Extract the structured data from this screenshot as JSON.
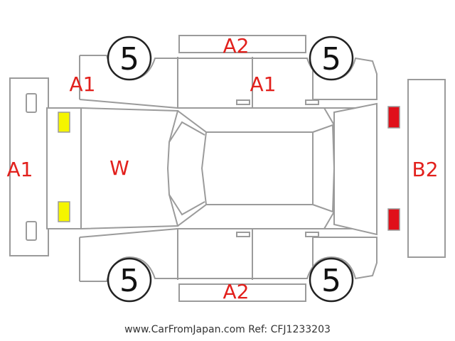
{
  "diagram": {
    "tire_marks": {
      "front_left": "5",
      "rear_left": "5",
      "front_right": "5",
      "rear_right": "5"
    },
    "damage_codes": {
      "top_panel": "A2",
      "bottom_panel": "A2",
      "left_side_front": "A1",
      "front_bumper": "A1",
      "top_door": "A1",
      "hood": "W",
      "rear_bumper": "B2"
    },
    "colors": {
      "code_text": "#e2201c",
      "outline": "#9b9b9b",
      "headlight": "#f5f500",
      "taillight": "#e0101a"
    }
  },
  "footer": {
    "site": "www.CarFromJapan.com",
    "ref": "Ref: CFJ1233203"
  }
}
